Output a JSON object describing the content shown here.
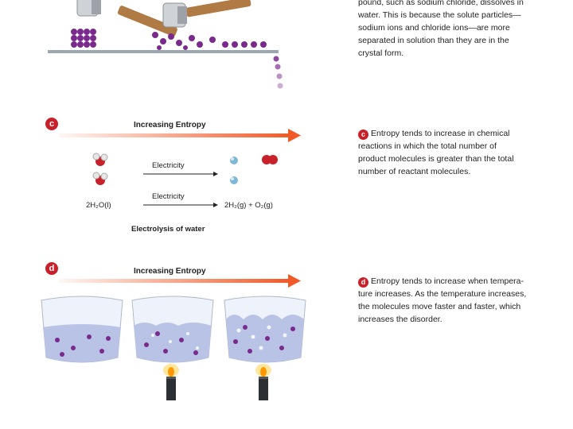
{
  "panel_b": {
    "caption_lines": [
      "pound, such as sodium chloride, dissolves in",
      "water. This is because the solute particles—",
      "sodium ions and chloride ions—are more",
      "separated in solution than they are in the",
      "crystal form."
    ]
  },
  "panel_c": {
    "badge": "c",
    "arrow_label": "Increasing Entropy",
    "electricity_top": "Electricity",
    "electricity_bottom": "Electricity",
    "reactant": "2H₂O(l)",
    "product": "2H₂(g) + O₂(g)",
    "title": "Electrolysis of water",
    "caption_badge": "c",
    "caption_lines": [
      "Entropy tends to increase in chemical",
      "reactions in which the total number of",
      "product molecules is greater than the total",
      "number of reactant molecules."
    ]
  },
  "panel_d": {
    "badge": "d",
    "arrow_label": "Increasing Entropy",
    "caption_badge": "d",
    "caption_lines": [
      "Entropy tends to increase when tempera-",
      "ture increases. As the temperature increases,",
      "the molecules move faster and faster, which",
      "increases the disorder."
    ]
  },
  "colors": {
    "accent_red": "#c8212b",
    "arrow_orange": "#f05a28",
    "particle_purple": "#7a2a8c",
    "water_blue": "#b9c3e6"
  }
}
